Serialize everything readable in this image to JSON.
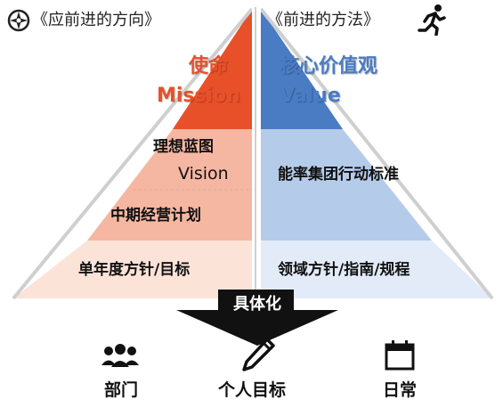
{
  "left": {
    "header": "《应前进的方向》",
    "tiers": [
      {
        "title": "使命",
        "subtitle": "Mission"
      },
      {
        "title": "理想蓝图",
        "subtitle": "Vision"
      },
      {
        "title": "中期经营计划"
      },
      {
        "title": "单年度方针/目标"
      }
    ]
  },
  "right": {
    "header": "《前进的方法》",
    "tiers": [
      {
        "title": "核心价值观",
        "subtitle": "Value"
      },
      {
        "title": "能率集团行动标准"
      },
      {
        "title": "领域方针/指南/规程"
      }
    ]
  },
  "arrow_label": "具体化",
  "bottom": [
    {
      "label": "部门",
      "icon": "people-group-icon"
    },
    {
      "label": "个人目标",
      "icon": "pencil-icon"
    },
    {
      "label": "日常",
      "icon": "calendar-icon"
    }
  ],
  "colors": {
    "left_top": "#e8502a",
    "left_mid": "#f5b7a2",
    "left_bottom": "#fbe3d8",
    "right_top": "#4a7cc4",
    "right_mid": "#b5cbea",
    "right_bottom": "#e2ebf7",
    "arrow": "#111111"
  }
}
